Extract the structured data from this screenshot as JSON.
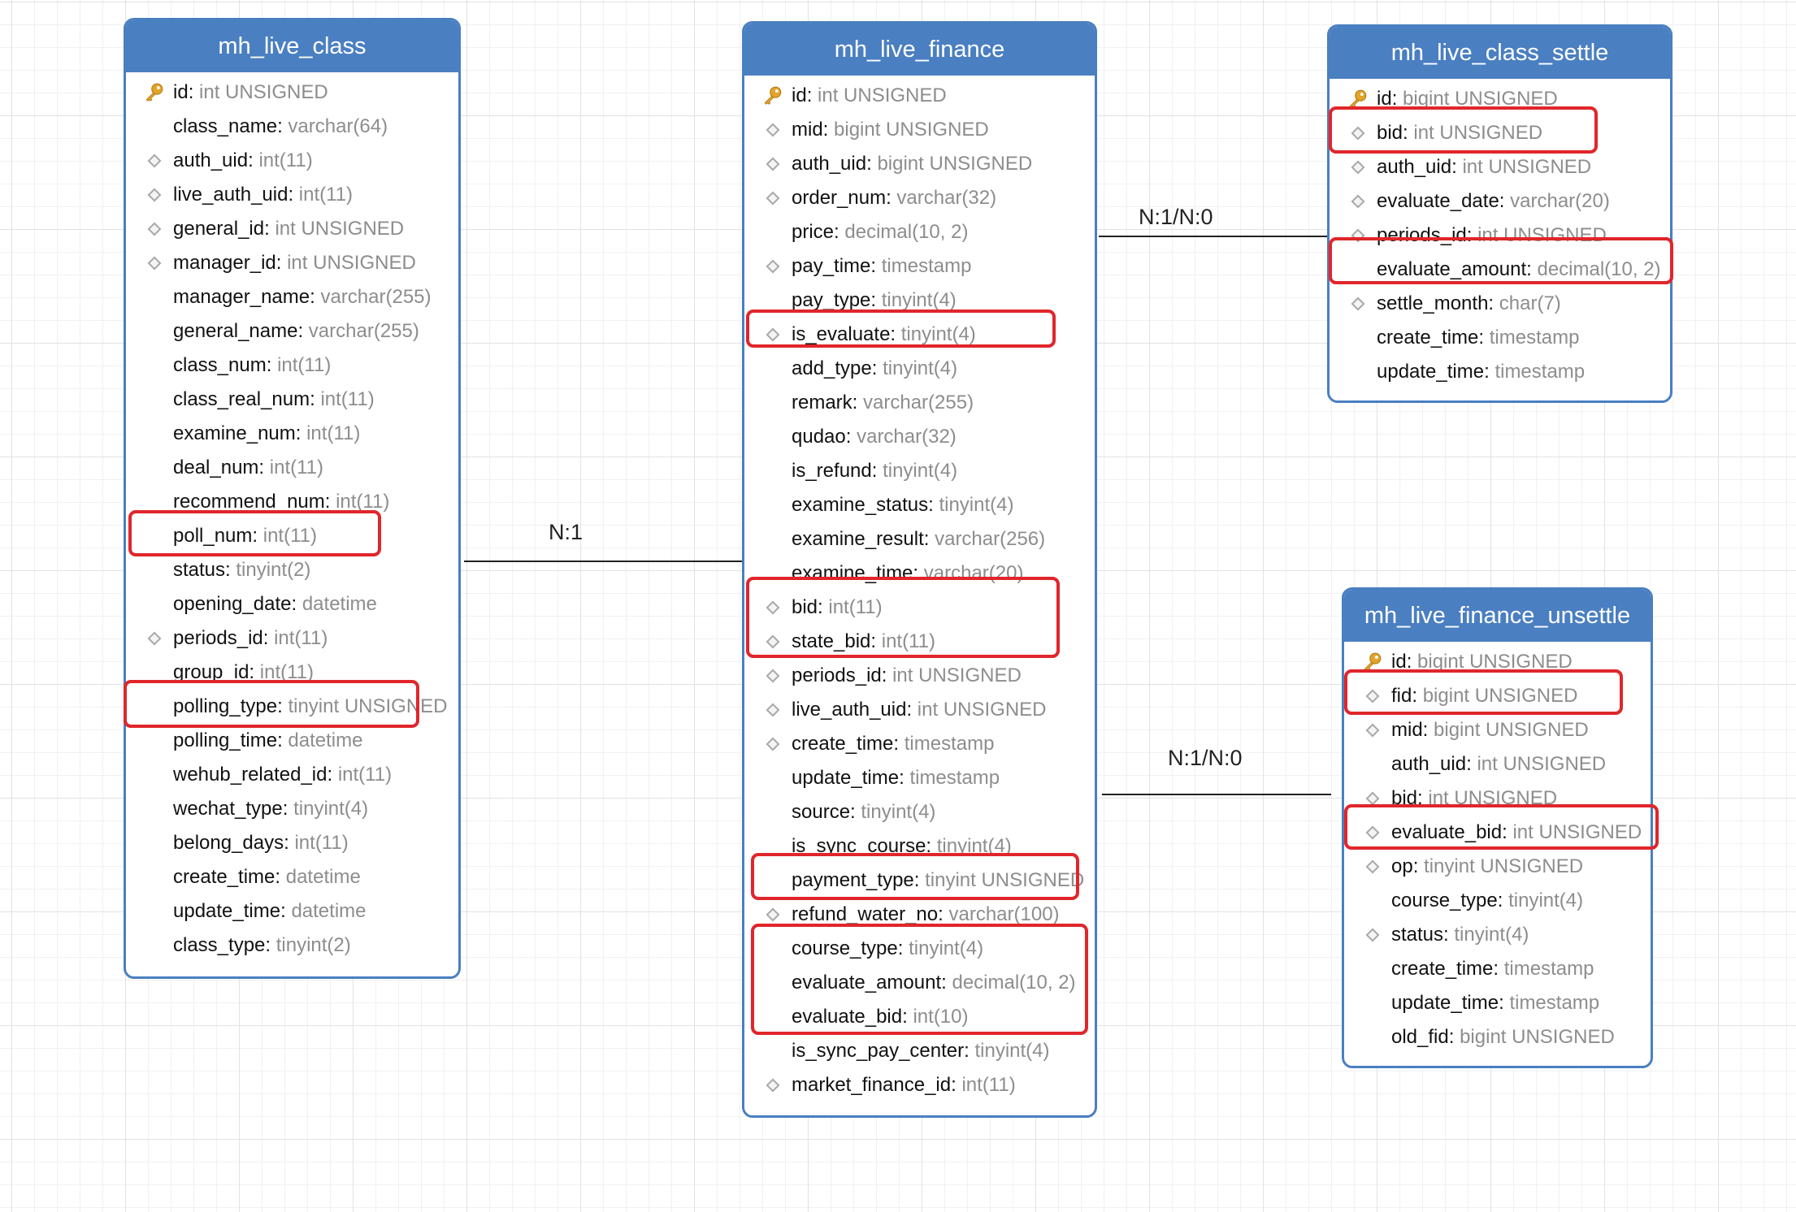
{
  "tables": {
    "class": {
      "title": "mh_live_class",
      "rows": [
        {
          "name": "id",
          "type": "int UNSIGNED",
          "icon": "key-icon"
        },
        {
          "name": "class_name",
          "type": "varchar(64)",
          "icon": ""
        },
        {
          "name": "auth_uid",
          "type": "int(11)",
          "icon": "diamond-icon"
        },
        {
          "name": "live_auth_uid",
          "type": "int(11)",
          "icon": "diamond-icon"
        },
        {
          "name": "general_id",
          "type": "int UNSIGNED",
          "icon": "diamond-icon"
        },
        {
          "name": "manager_id",
          "type": "int UNSIGNED",
          "icon": "diamond-icon"
        },
        {
          "name": "manager_name",
          "type": "varchar(255)",
          "icon": ""
        },
        {
          "name": "general_name",
          "type": "varchar(255)",
          "icon": ""
        },
        {
          "name": "class_num",
          "type": "int(11)",
          "icon": ""
        },
        {
          "name": "class_real_num",
          "type": "int(11)",
          "icon": ""
        },
        {
          "name": "examine_num",
          "type": "int(11)",
          "icon": ""
        },
        {
          "name": "deal_num",
          "type": "int(11)",
          "icon": ""
        },
        {
          "name": "recommend_num",
          "type": "int(11)",
          "icon": ""
        },
        {
          "name": "poll_num",
          "type": "int(11)",
          "icon": ""
        },
        {
          "name": "status",
          "type": "tinyint(2)",
          "icon": ""
        },
        {
          "name": "opening_date",
          "type": "datetime",
          "icon": ""
        },
        {
          "name": "periods_id",
          "type": "int(11)",
          "icon": "diamond-icon"
        },
        {
          "name": "group_id",
          "type": "int(11)",
          "icon": ""
        },
        {
          "name": "polling_type",
          "type": "tinyint UNSIGNED",
          "icon": ""
        },
        {
          "name": "polling_time",
          "type": "datetime",
          "icon": ""
        },
        {
          "name": "wehub_related_id",
          "type": "int(11)",
          "icon": ""
        },
        {
          "name": "wechat_type",
          "type": "tinyint(4)",
          "icon": ""
        },
        {
          "name": "belong_days",
          "type": "int(11)",
          "icon": ""
        },
        {
          "name": "create_time",
          "type": "datetime",
          "icon": ""
        },
        {
          "name": "update_time",
          "type": "datetime",
          "icon": ""
        },
        {
          "name": "class_type",
          "type": "tinyint(2)",
          "icon": ""
        }
      ]
    },
    "finance": {
      "title": "mh_live_finance",
      "rows": [
        {
          "name": "id",
          "type": "int UNSIGNED",
          "icon": "key-icon"
        },
        {
          "name": "mid",
          "type": "bigint UNSIGNED",
          "icon": "diamond-icon"
        },
        {
          "name": "auth_uid",
          "type": "bigint UNSIGNED",
          "icon": "diamond-icon"
        },
        {
          "name": "order_num",
          "type": "varchar(32)",
          "icon": "diamond-icon"
        },
        {
          "name": "price",
          "type": "decimal(10, 2)",
          "icon": ""
        },
        {
          "name": "pay_time",
          "type": "timestamp",
          "icon": "diamond-icon"
        },
        {
          "name": "pay_type",
          "type": "tinyint(4)",
          "icon": ""
        },
        {
          "name": "is_evaluate",
          "type": "tinyint(4)",
          "icon": "diamond-icon"
        },
        {
          "name": "add_type",
          "type": "tinyint(4)",
          "icon": ""
        },
        {
          "name": "remark",
          "type": "varchar(255)",
          "icon": ""
        },
        {
          "name": "qudao",
          "type": "varchar(32)",
          "icon": ""
        },
        {
          "name": "is_refund",
          "type": "tinyint(4)",
          "icon": ""
        },
        {
          "name": "examine_status",
          "type": "tinyint(4)",
          "icon": ""
        },
        {
          "name": "examine_result",
          "type": "varchar(256)",
          "icon": ""
        },
        {
          "name": "examine_time",
          "type": "varchar(20)",
          "icon": ""
        },
        {
          "name": "bid",
          "type": "int(11)",
          "icon": "diamond-icon"
        },
        {
          "name": "state_bid",
          "type": "int(11)",
          "icon": "diamond-icon"
        },
        {
          "name": "periods_id",
          "type": "int UNSIGNED",
          "icon": "diamond-icon"
        },
        {
          "name": "live_auth_uid",
          "type": "int UNSIGNED",
          "icon": "diamond-icon"
        },
        {
          "name": "create_time",
          "type": "timestamp",
          "icon": "diamond-icon"
        },
        {
          "name": "update_time",
          "type": "timestamp",
          "icon": ""
        },
        {
          "name": "source",
          "type": "tinyint(4)",
          "icon": ""
        },
        {
          "name": "is_sync_course",
          "type": "tinyint(4)",
          "icon": ""
        },
        {
          "name": "payment_type",
          "type": "tinyint UNSIGNED",
          "icon": ""
        },
        {
          "name": "refund_water_no",
          "type": "varchar(100)",
          "icon": "diamond-icon"
        },
        {
          "name": "course_type",
          "type": "tinyint(4)",
          "icon": ""
        },
        {
          "name": "evaluate_amount",
          "type": "decimal(10, 2)",
          "icon": ""
        },
        {
          "name": "evaluate_bid",
          "type": "int(10)",
          "icon": ""
        },
        {
          "name": "is_sync_pay_center",
          "type": "tinyint(4)",
          "icon": ""
        },
        {
          "name": "market_finance_id",
          "type": "int(11)",
          "icon": "diamond-icon"
        }
      ]
    },
    "settle": {
      "title": "mh_live_class_settle",
      "rows": [
        {
          "name": "id",
          "type": "bigint UNSIGNED",
          "icon": "key-icon"
        },
        {
          "name": "bid",
          "type": "int UNSIGNED",
          "icon": "diamond-icon"
        },
        {
          "name": "auth_uid",
          "type": "int UNSIGNED",
          "icon": "diamond-icon"
        },
        {
          "name": "evaluate_date",
          "type": "varchar(20)",
          "icon": "diamond-icon"
        },
        {
          "name": "periods_id",
          "type": "int UNSIGNED",
          "icon": "diamond-icon"
        },
        {
          "name": "evaluate_amount",
          "type": "decimal(10, 2)",
          "icon": ""
        },
        {
          "name": "settle_month",
          "type": "char(7)",
          "icon": "diamond-icon"
        },
        {
          "name": "create_time",
          "type": "timestamp",
          "icon": ""
        },
        {
          "name": "update_time",
          "type": "timestamp",
          "icon": ""
        }
      ]
    },
    "unsettle": {
      "title": "mh_live_finance_unsettle",
      "rows": [
        {
          "name": "id",
          "type": "bigint UNSIGNED",
          "icon": "key-icon"
        },
        {
          "name": "fid",
          "type": "bigint UNSIGNED",
          "icon": "diamond-icon"
        },
        {
          "name": "mid",
          "type": "bigint UNSIGNED",
          "icon": "diamond-icon"
        },
        {
          "name": "auth_uid",
          "type": "int UNSIGNED",
          "icon": ""
        },
        {
          "name": "bid",
          "type": "int UNSIGNED",
          "icon": "diamond-icon"
        },
        {
          "name": "evaluate_bid",
          "type": "int UNSIGNED",
          "icon": "diamond-icon"
        },
        {
          "name": "op",
          "type": "tinyint UNSIGNED",
          "icon": "diamond-icon"
        },
        {
          "name": "course_type",
          "type": "tinyint(4)",
          "icon": ""
        },
        {
          "name": "status",
          "type": "tinyint(4)",
          "icon": "diamond-icon"
        },
        {
          "name": "create_time",
          "type": "timestamp",
          "icon": ""
        },
        {
          "name": "update_time",
          "type": "timestamp",
          "icon": ""
        },
        {
          "name": "old_fid",
          "type": "bigint UNSIGNED",
          "icon": ""
        }
      ]
    }
  },
  "relations": {
    "class_finance": "N:1",
    "finance_settle": "N:1/N:0",
    "finance_unsettle": "N:1/N:0"
  },
  "colors": {
    "header": "#4a7fc1",
    "highlight": "#e0262b",
    "type_text": "#8d8d8d"
  }
}
